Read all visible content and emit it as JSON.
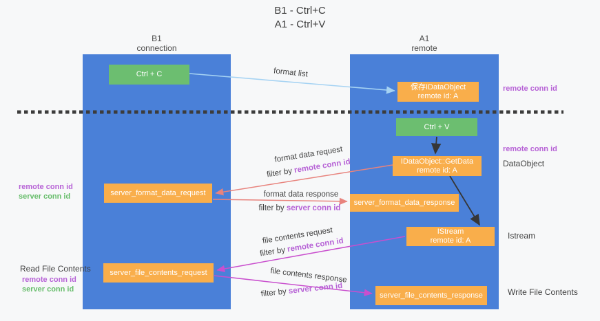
{
  "title": {
    "line1": "B1 - Ctrl+C",
    "line2": "A1 - Ctrl+V"
  },
  "columns": {
    "left": {
      "name": "B1",
      "role": "connection"
    },
    "right": {
      "name": "A1",
      "role": "remote"
    }
  },
  "nodes": {
    "ctrl_c": "Ctrl + C",
    "ctrl_v": "Ctrl + V",
    "save_idataobject_line1": "保存IDataObject",
    "save_idataobject_line2": "remote id: A",
    "getdata_line1": "IDataObject::GetData",
    "getdata_line2": "remote id: A",
    "istream_line1": "IStream",
    "istream_line2": "remote id: A",
    "server_format_data_request": "server_format_data_request",
    "server_format_data_response": "server_format_data_response",
    "server_file_contents_request": "server_file_contents_request",
    "server_file_contents_response": "server_file_contents_response"
  },
  "labels": {
    "format_list": "format list",
    "format_data_request": "format data request",
    "format_data_response": "format data response",
    "file_contents_request": "file contents request",
    "file_contents_response": "file contents response",
    "filter_by": "filter by",
    "remote_conn_id": "remote conn id",
    "server_conn_id": "server conn id",
    "dataobject": "DataObject",
    "istream": "Istream",
    "read_file_contents": "Read File Contents",
    "write_file_contents": "Write File Contents"
  },
  "colors": {
    "bg": "#f7f8f9",
    "column_blue": "#4a80d8",
    "box_orange": "#f9ae4b",
    "box_green": "#6cbe70",
    "text_dark": "#3d3d3d",
    "purple": "#b763d6",
    "green_label": "#67bd6b",
    "arrow_blue": "#a6d3f3",
    "arrow_black": "#363636",
    "arrow_salmon": "#e8837d",
    "arrow_magenta": "#c94fce",
    "dashed_line": "#3c3c3c"
  }
}
